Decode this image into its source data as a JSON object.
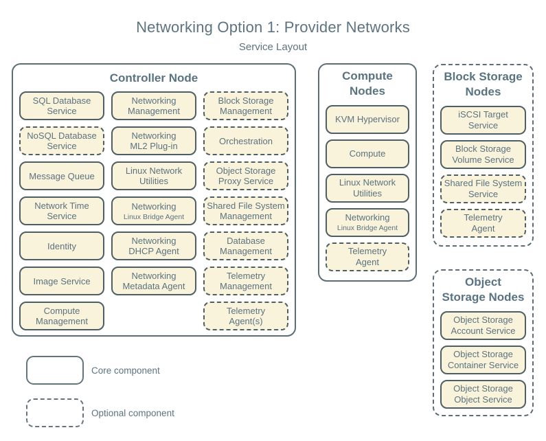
{
  "title": "Networking Option 1: Provider Networks",
  "subtitle": "Service Layout",
  "colors": {
    "title_text": "#5d737f",
    "header_text": "#5a7380",
    "service_text": "#5b727d",
    "service_fill": "#faf3dc",
    "service_border": "#4e5e65",
    "node_border": "#5c6d75",
    "legend_border": "#64747c",
    "background": "#ffffff"
  },
  "legend": {
    "core": "Core component",
    "optional": "Optional component"
  },
  "nodes": [
    {
      "name": "controller-node",
      "title": "Controller Node",
      "optional": false,
      "columns": [
        [
          {
            "label": "SQL Database\nService",
            "optional": false
          },
          {
            "label": "NoSQL Database\nService",
            "optional": true
          },
          {
            "label": "Message Queue",
            "optional": false
          },
          {
            "label": "Network Time\nService",
            "optional": false
          },
          {
            "label": "Identity",
            "optional": false
          },
          {
            "label": "Image Service",
            "optional": false
          },
          {
            "label": "Compute\nManagement",
            "optional": false
          }
        ],
        [
          {
            "label": "Networking\nManagement",
            "optional": false
          },
          {
            "label": "Networking\nML2 Plug-in",
            "optional": false
          },
          {
            "label": "Linux Network\nUtilities",
            "optional": false
          },
          {
            "label": "Networking",
            "small_label": "Linux Bridge Agent",
            "optional": false
          },
          {
            "label": "Networking\nDHCP Agent",
            "optional": false
          },
          {
            "label": "Networking\nMetadata Agent",
            "optional": false
          }
        ],
        [
          {
            "label": "Block Storage\nManagement",
            "optional": true
          },
          {
            "label": "Orchestration",
            "optional": true
          },
          {
            "label": "Object Storage\nProxy Service",
            "optional": true
          },
          {
            "label": "Shared File System\nManagement",
            "optional": true
          },
          {
            "label": "Database\nManagement",
            "optional": true
          },
          {
            "label": "Telemetry\nManagement",
            "optional": true
          },
          {
            "label": "Telemetry\nAgent(s)",
            "optional": true
          }
        ]
      ]
    },
    {
      "name": "compute-nodes",
      "title": "Compute\nNodes",
      "optional": false,
      "columns": [
        [
          {
            "label": "KVM Hypervisor",
            "optional": false
          },
          {
            "label": "Compute",
            "optional": false
          },
          {
            "label": "Linux Network\nUtilities",
            "optional": false
          },
          {
            "label": "Networking",
            "small_label": "Linux Bridge Agent",
            "optional": false
          },
          {
            "label": "Telemetry\nAgent",
            "optional": true
          }
        ]
      ]
    },
    {
      "name": "block-storage-nodes",
      "title": "Block Storage\nNodes",
      "optional": true,
      "columns": [
        [
          {
            "label": "iSCSI Target\nService",
            "optional": false
          },
          {
            "label": "Block Storage\nVolume Service",
            "optional": false
          },
          {
            "label": "Shared File System\nService",
            "optional": true
          },
          {
            "label": "Telemetry\nAgent",
            "optional": true
          }
        ]
      ]
    },
    {
      "name": "object-storage-nodes",
      "title": "Object\nStorage Nodes",
      "optional": true,
      "columns": [
        [
          {
            "label": "Object Storage\nAccount Service",
            "optional": false
          },
          {
            "label": "Object Storage\nContainer Service",
            "optional": false
          },
          {
            "label": "Object Storage\nObject Service",
            "optional": false
          }
        ]
      ]
    }
  ]
}
